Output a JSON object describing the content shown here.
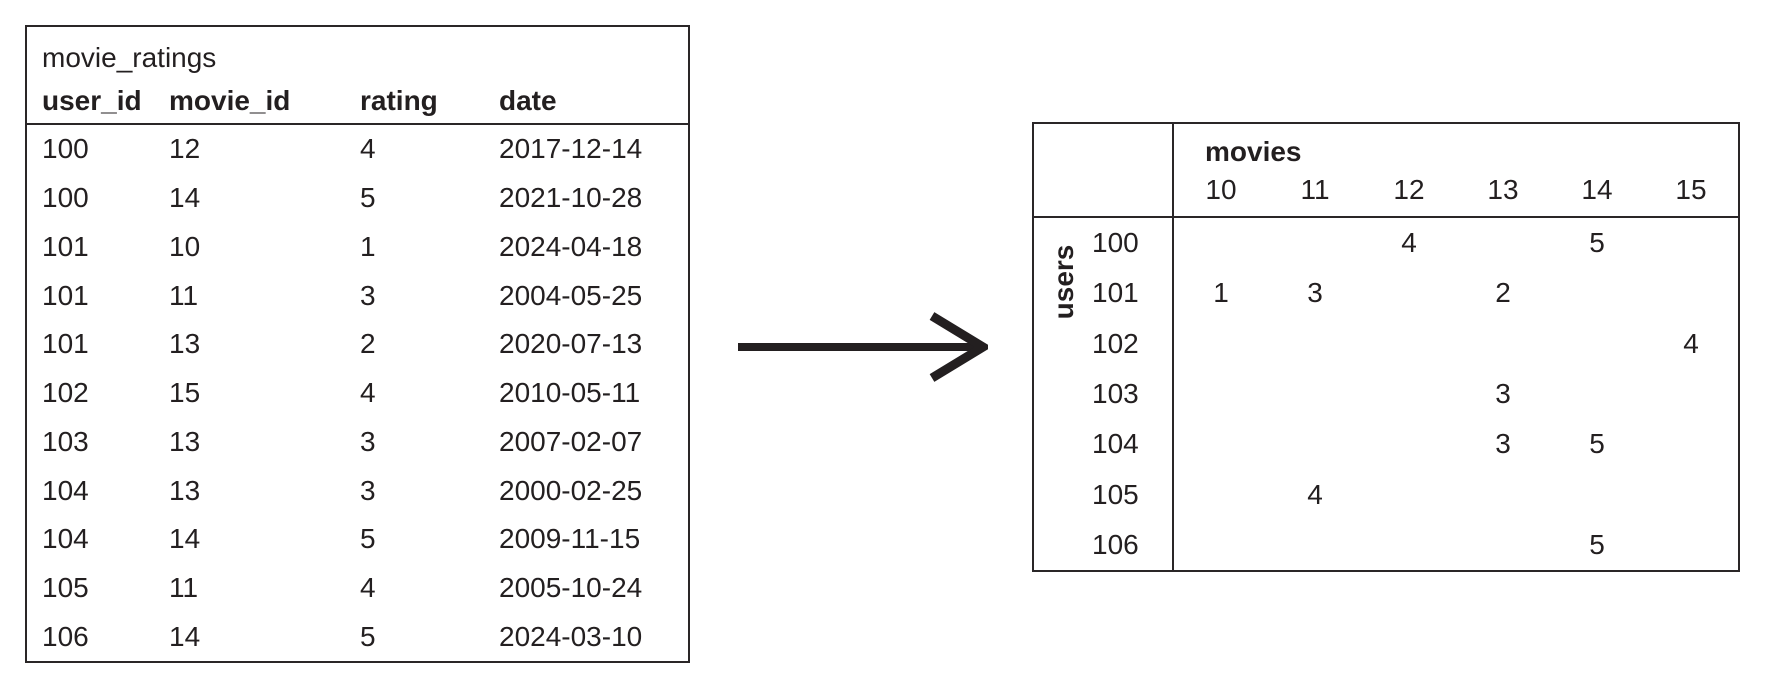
{
  "source_table": {
    "title": "movie_ratings",
    "columns": [
      "user_id",
      "movie_id",
      "rating",
      "date"
    ],
    "rows": [
      [
        "100",
        "12",
        "4",
        "2017-12-14"
      ],
      [
        "100",
        "14",
        "5",
        "2021-10-28"
      ],
      [
        "101",
        "10",
        "1",
        "2024-04-18"
      ],
      [
        "101",
        "11",
        "3",
        "2004-05-25"
      ],
      [
        "101",
        "13",
        "2",
        "2020-07-13"
      ],
      [
        "102",
        "15",
        "4",
        "2010-05-11"
      ],
      [
        "103",
        "13",
        "3",
        "2007-02-07"
      ],
      [
        "104",
        "13",
        "3",
        "2000-02-25"
      ],
      [
        "104",
        "14",
        "5",
        "2009-11-15"
      ],
      [
        "105",
        "11",
        "4",
        "2005-10-24"
      ],
      [
        "106",
        "14",
        "5",
        "2024-03-10"
      ]
    ]
  },
  "arrow": {
    "direction": "right"
  },
  "pivot_table": {
    "col_group_label": "movies",
    "row_group_label": "users",
    "movie_ids": [
      "10",
      "11",
      "12",
      "13",
      "14",
      "15"
    ],
    "user_ids": [
      "100",
      "101",
      "102",
      "103",
      "104",
      "105",
      "106"
    ],
    "cells": [
      [
        "",
        "",
        "4",
        "",
        "5",
        ""
      ],
      [
        "1",
        "3",
        "",
        "2",
        "",
        ""
      ],
      [
        "",
        "",
        "",
        "",
        "",
        "4"
      ],
      [
        "",
        "",
        "",
        "3",
        "",
        ""
      ],
      [
        "",
        "",
        "",
        "3",
        "5",
        ""
      ],
      [
        "",
        "4",
        "",
        "",
        "",
        ""
      ],
      [
        "",
        "",
        "",
        "",
        "5",
        ""
      ]
    ]
  },
  "colors": {
    "text": "#231f20",
    "border": "#2a2627",
    "background": "#ffffff"
  }
}
